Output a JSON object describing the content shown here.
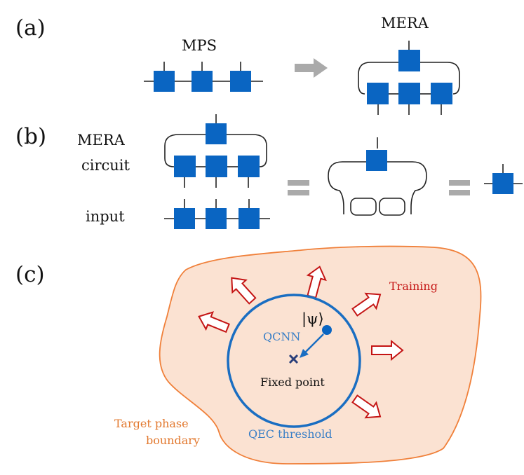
{
  "panels": {
    "a": {
      "label": "(a)",
      "mps_label": "MPS",
      "mera_label": "MERA"
    },
    "b": {
      "label": "(b)",
      "mera_circuit_line1": "MERA",
      "mera_circuit_line2": "circuit",
      "input_label": "input"
    },
    "c": {
      "label": "(c)",
      "state_label": "|ψ⟩",
      "qcnn_label": "QCNN",
      "fixed_point_label": "Fixed point",
      "training_label": "Training",
      "qec_threshold_label": "QEC threshold",
      "target_line1": "Target phase",
      "target_line2": "boundary"
    }
  },
  "colors": {
    "tensor_blue": "#0a65c2",
    "circle_blue": "#1a6ec2",
    "qcnn_blue": "#3a7fc6",
    "training_red": "#c41414",
    "region_fill": "#fbe2d2",
    "region_stroke": "#f0803a",
    "target_orange": "#e2782e",
    "arrow_grey": "#aaaaaa",
    "cross_navy": "#2a3f7a"
  }
}
